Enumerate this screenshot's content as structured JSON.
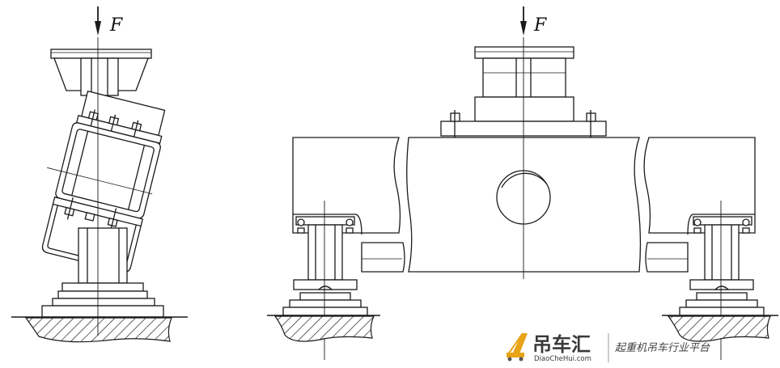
{
  "diagram": {
    "left_force_label": "F",
    "right_force_label": "F"
  },
  "watermark": {
    "brand_cn": "吊车汇",
    "url": "DiaoCheHui.com",
    "slogan": "起重机吊车行业平台",
    "colors": {
      "brand": "#3a3a3a",
      "crane": "#e8a317",
      "text": "#444444"
    }
  }
}
